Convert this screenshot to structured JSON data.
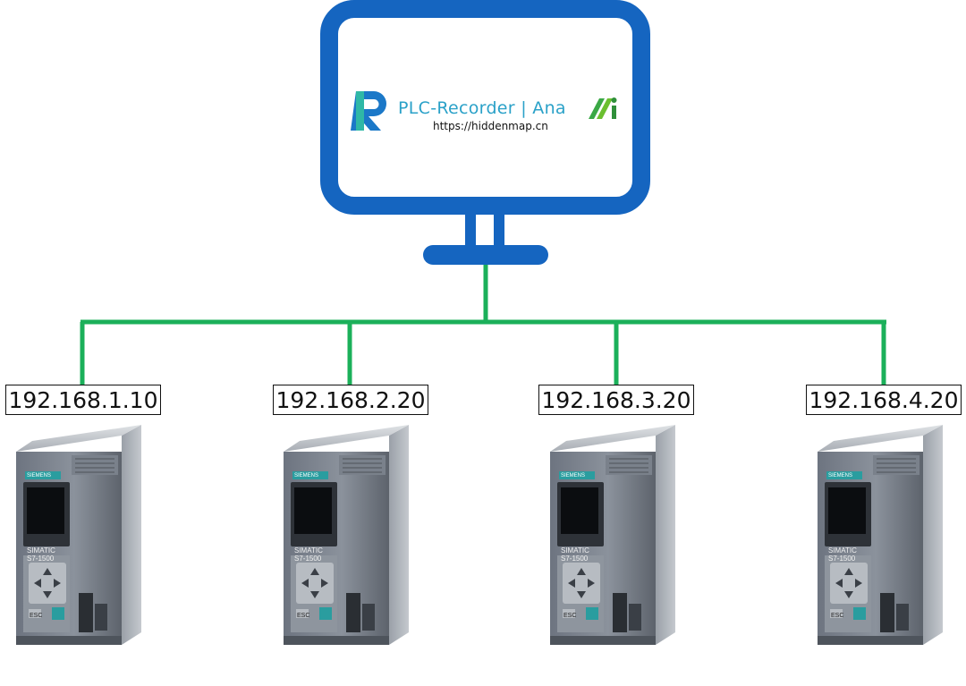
{
  "monitor": {
    "app_name": "PLC-Recorder | Ana",
    "url": "https://hiddenmap.cn",
    "logo_left": "R-logo-icon",
    "logo_right": "ai-logo-icon",
    "frame_color": "#1565c0",
    "network_color": "#1bb05a"
  },
  "plcs": [
    {
      "ip": "192.168.1.10",
      "brand": "SIEMENS",
      "model_line1": "SIMATIC",
      "model_line2": "S7-1500",
      "esc": "ESC"
    },
    {
      "ip": "192.168.2.20",
      "brand": "SIEMENS",
      "model_line1": "SIMATIC",
      "model_line2": "S7-1500",
      "esc": "ESC"
    },
    {
      "ip": "192.168.3.20",
      "brand": "SIEMENS",
      "model_line1": "SIMATIC",
      "model_line2": "S7-1500",
      "esc": "ESC"
    },
    {
      "ip": "192.168.4.20",
      "brand": "SIEMENS",
      "model_line1": "SIMATIC",
      "model_line2": "S7-1500",
      "esc": "ESC"
    }
  ]
}
